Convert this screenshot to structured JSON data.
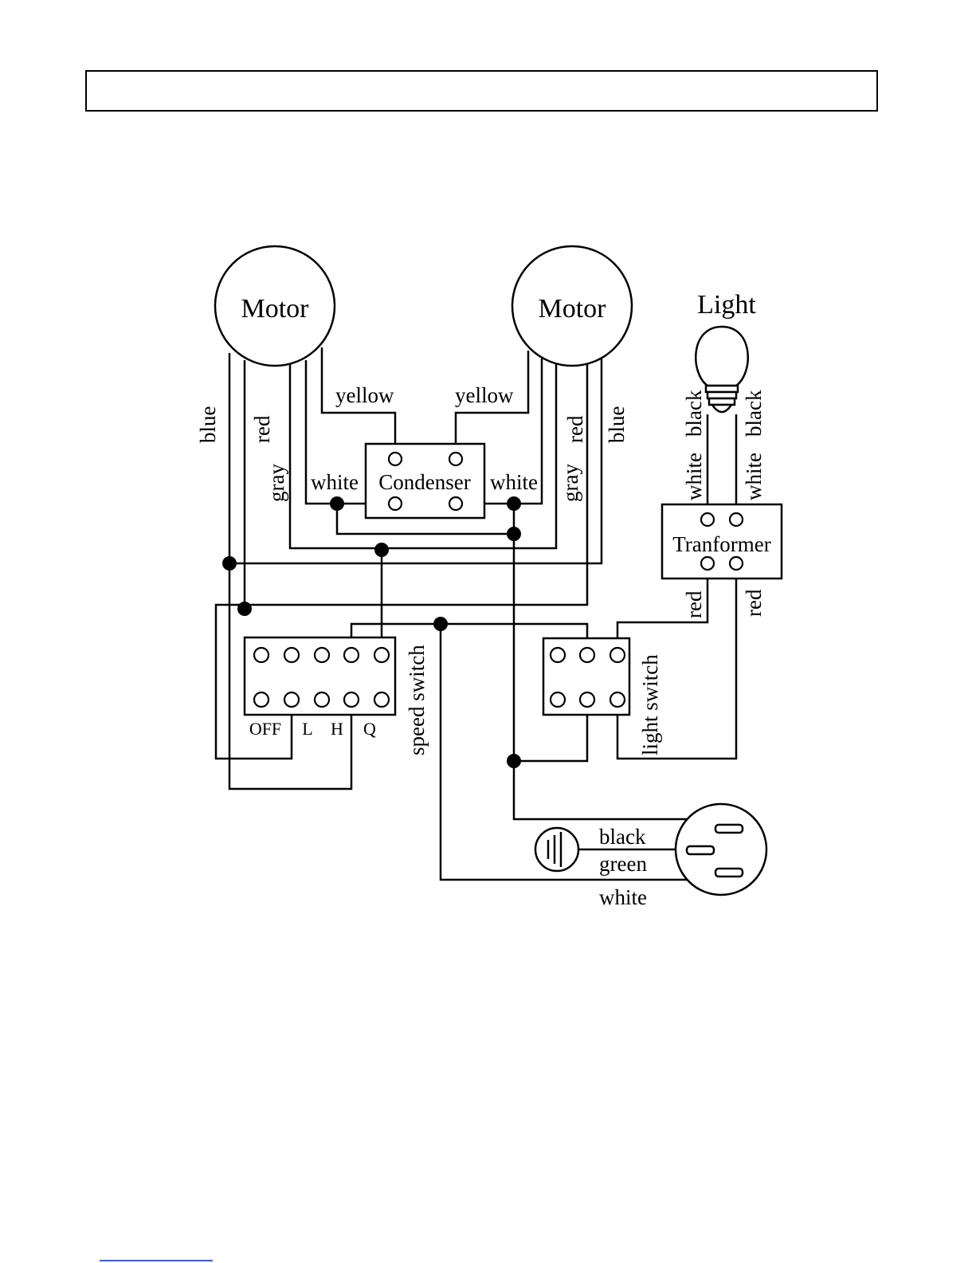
{
  "header": {
    "title": ""
  },
  "components": {
    "motor_left": "Motor",
    "motor_right": "Motor",
    "light": "Light",
    "condenser": "Condenser",
    "transformer": "Tranformer",
    "speed_switch": "speed switch",
    "light_switch": "light switch"
  },
  "speed_positions": [
    "OFF",
    "L",
    "H",
    "Q"
  ],
  "wires": {
    "blue_left": "blue",
    "red_left": "red",
    "gray_left": "gray",
    "yellow_left": "yellow",
    "white_left": "white",
    "yellow_right": "yellow",
    "white_right": "white",
    "gray_right": "gray",
    "red_right": "red",
    "blue_right": "blue",
    "light_black_left": "black",
    "light_black_right": "black",
    "light_white_left": "white",
    "light_white_right": "white",
    "transformer_red_left": "red",
    "transformer_red_right": "red",
    "plug_black": "black",
    "plug_green": "green",
    "plug_white": "white"
  }
}
